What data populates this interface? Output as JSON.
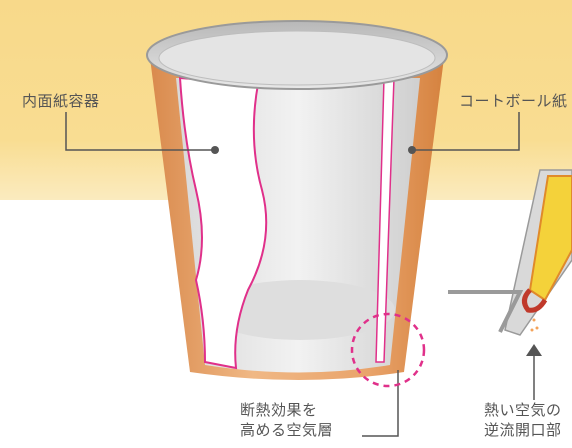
{
  "labels": {
    "inner_container": "内面紙容器",
    "outer_cardboard": "コートボール紙",
    "air_layer_line1": "断熱効果を",
    "air_layer_line2": "高める空気層",
    "vent_line1": "熱い空気の",
    "vent_line2": "逆流開口部"
  },
  "colors": {
    "background_band": "#f9dc90",
    "cup_outer": "#e8a06a",
    "cup_inner_rim": "#c8c8c8",
    "highlight_pink": "#e0308a",
    "leader_line": "#555555",
    "insulation_yellow": "#f4d23a"
  }
}
